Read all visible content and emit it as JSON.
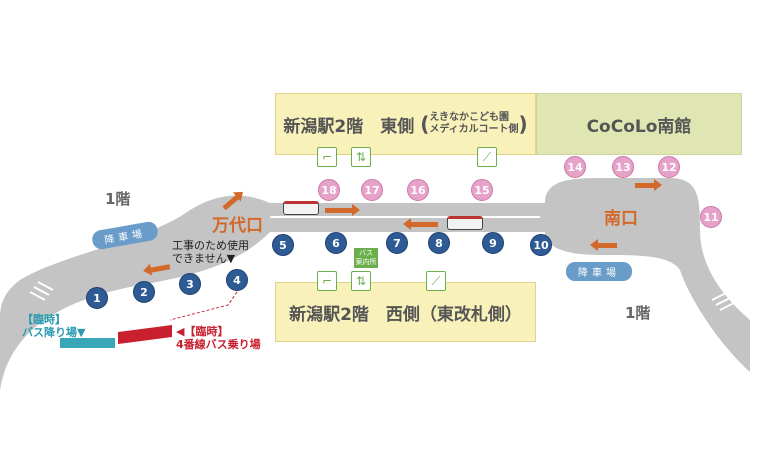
{
  "buildings": {
    "east": {
      "title": "新潟駅2階　東側",
      "sub1": "えきなかこども園",
      "sub2": "メディカルコート側"
    },
    "cocolo": "CoCoLo南館",
    "west": "新潟駅2階　西側（東改札側）"
  },
  "labels": {
    "floor_left": "1階",
    "floor_right": "1階",
    "bandai": "万代口",
    "minami": "南口",
    "drop_left": "降車場",
    "drop_right": "降車場",
    "construction1": "工事のため使用",
    "construction2": "できません▼",
    "temp_drop1": "【臨時】",
    "temp_drop2": "バス降り場▼",
    "temp_board1": "◀【臨時】",
    "temp_board2": "4番線バス乗り場",
    "bus_info1": "バス",
    "bus_info2": "案内所"
  },
  "blue_stops": [
    "1",
    "2",
    "3",
    "4",
    "5",
    "6",
    "7",
    "8",
    "9",
    "10"
  ],
  "pink_stops": [
    "11",
    "12",
    "13",
    "14",
    "15",
    "16",
    "17",
    "18"
  ],
  "colors": {
    "road": "#c4c4c4",
    "blue": "#2f5b95",
    "pink": "#e7a2c9",
    "orange": "#d2692a",
    "teal": "#3aa7b8",
    "red": "#c8202f"
  }
}
